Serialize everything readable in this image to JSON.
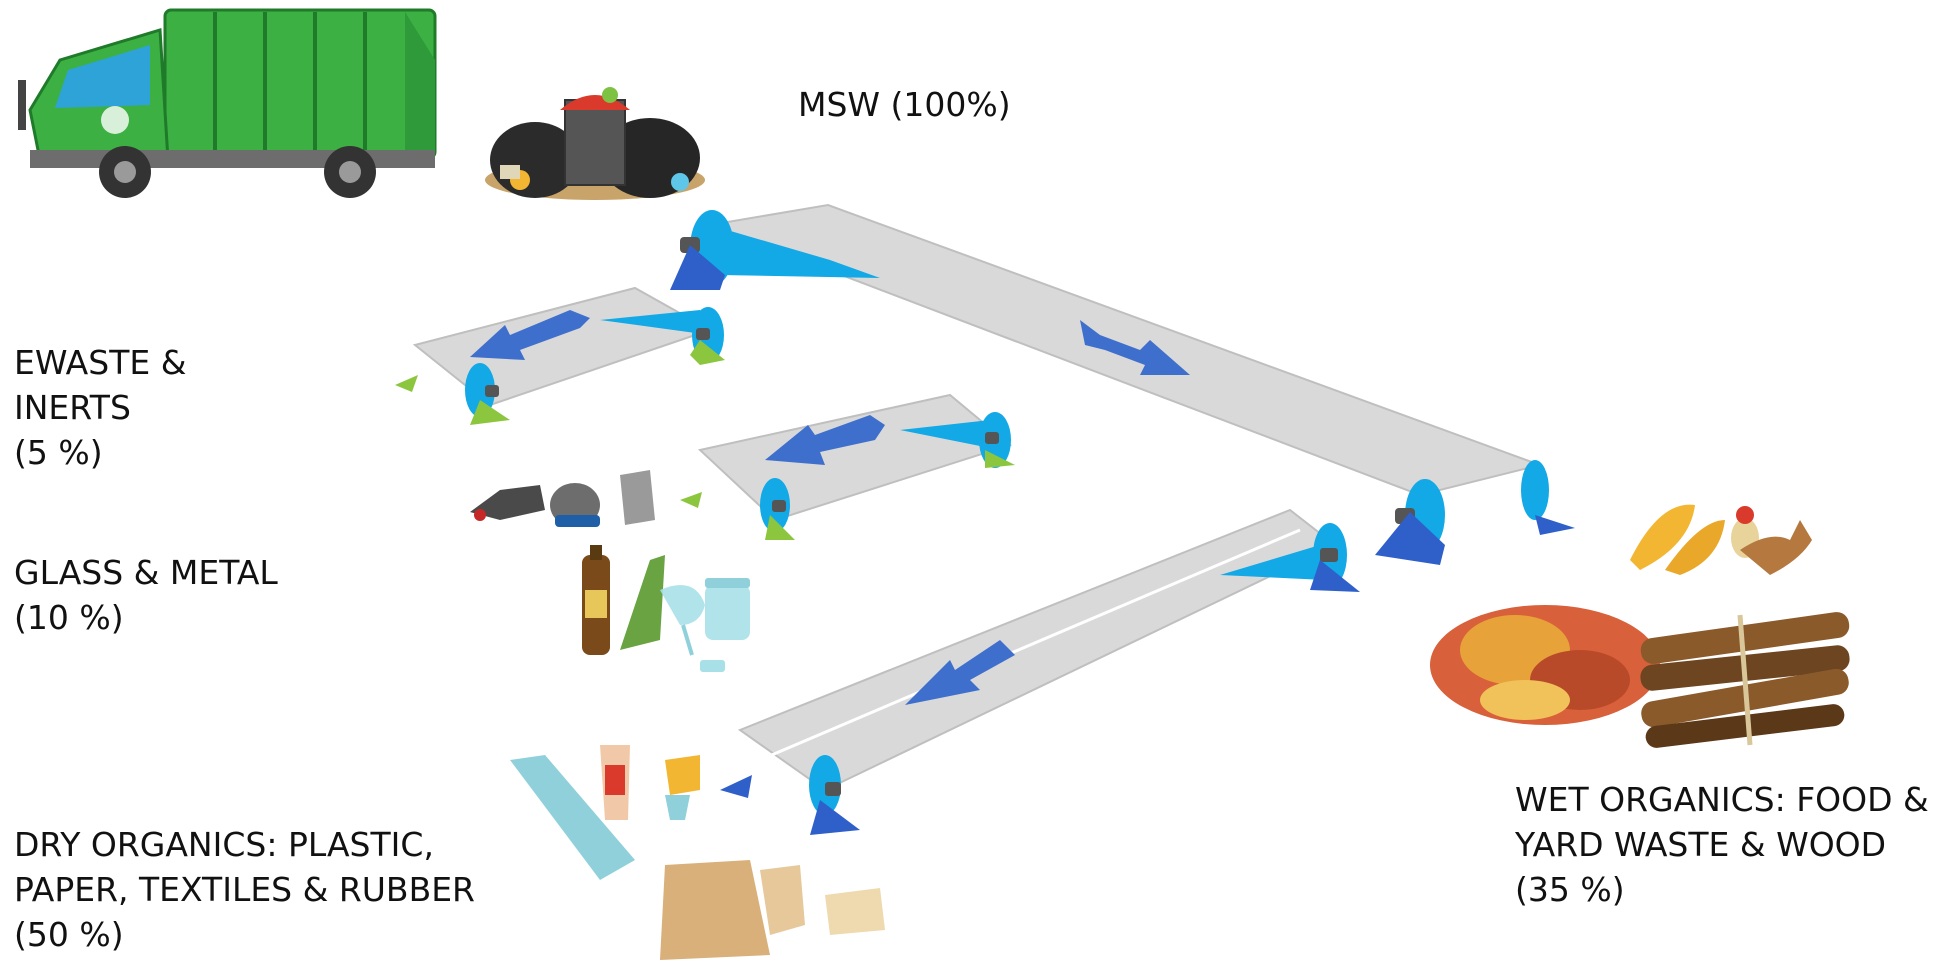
{
  "labels": {
    "msw": "MSW (100%)",
    "ewaste": "EWASTE &\nINERTS\n(5 %)",
    "glass_metal": "GLASS & METAL\n(10 %)",
    "dry_organics": "DRY ORGANICS: PLASTIC,\nPAPER, TEXTILES & RUBBER\n(50 %)",
    "wet_organics": "WET ORGANICS: FOOD &\nYARD WASTE & WOOD\n(35 %)"
  },
  "colors": {
    "belt": "#d9d9d9",
    "belt_edge": "#bfbfbf",
    "roller_blue": "#12a9e6",
    "stand_blue": "#2f5fc9",
    "roller_green": "#7dc242",
    "stand_green": "#8cc63f",
    "arrow": "#3f6fcc",
    "truck_green": "#3cb043",
    "truck_blue": "#2ea3d8"
  },
  "icons": {
    "truck": "garbage-truck-icon",
    "msw_pile": "trash-pile-icon",
    "ewaste": "ewaste-items-icon",
    "glass_metal": "bottles-jars-icon",
    "dry_organics": "plastic-paper-items-icon",
    "food": "food-scraps-icon",
    "yard": "leaves-wood-icon"
  }
}
